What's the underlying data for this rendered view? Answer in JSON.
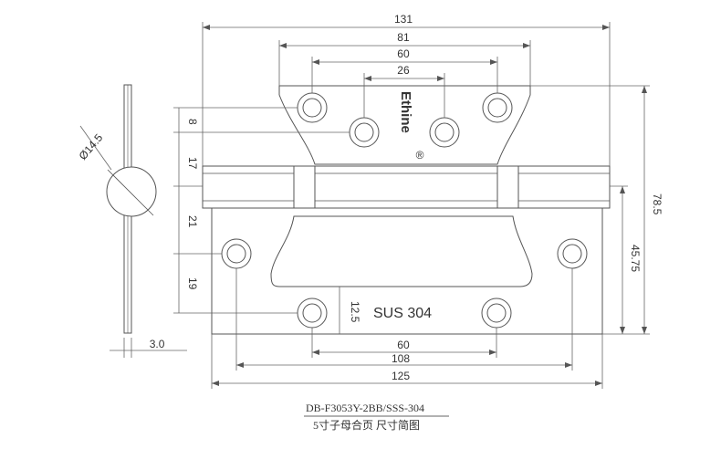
{
  "drawing": {
    "line_color": "#555555",
    "dim_color": "#666666",
    "background": "#ffffff"
  },
  "dimensions": {
    "top_width": "131",
    "leaf_width": "81",
    "upper_hole_span": "60",
    "inner_hole_span": "26",
    "left_8": "8",
    "left_17": "17",
    "left_21": "21",
    "left_19": "19",
    "height_total": "78.5",
    "height_lower": "45.75",
    "slot_12_5": "12.5",
    "bottom_60": "60",
    "bottom_108": "108",
    "bottom_125": "125",
    "side_thickness": "3.0",
    "knuckle_diameter": "Ø14.5"
  },
  "labels": {
    "brand": "Ethine",
    "brand_mark": "®",
    "material": "SUS 304"
  },
  "caption": {
    "model": "DB-F3053Y-2BB/SSS-304",
    "description": "5寸子母合页 尺寸简图"
  }
}
